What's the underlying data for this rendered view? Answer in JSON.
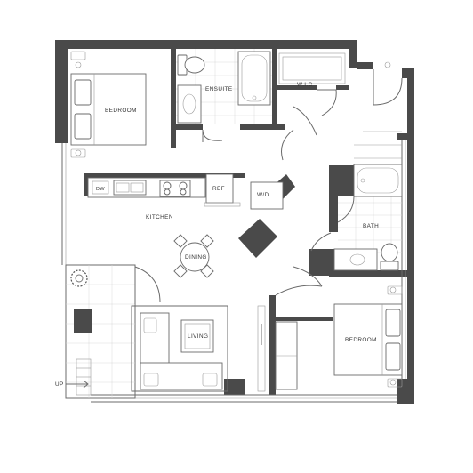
{
  "colors": {
    "wall": "#4a4a4a",
    "line": "#6b6b6b",
    "background": "#ffffff"
  },
  "rooms": {
    "bedroom_1": "BEDROOM",
    "ensuite": "ENSUITE",
    "wic": "W.I.C",
    "kitchen": "KITCHEN",
    "dw": "DW",
    "ref": "REF",
    "wd": "W/D",
    "dining": "DINING",
    "bath": "BATH",
    "living": "LIVING",
    "bedroom_2": "BEDROOM"
  },
  "stair_label": "UP"
}
